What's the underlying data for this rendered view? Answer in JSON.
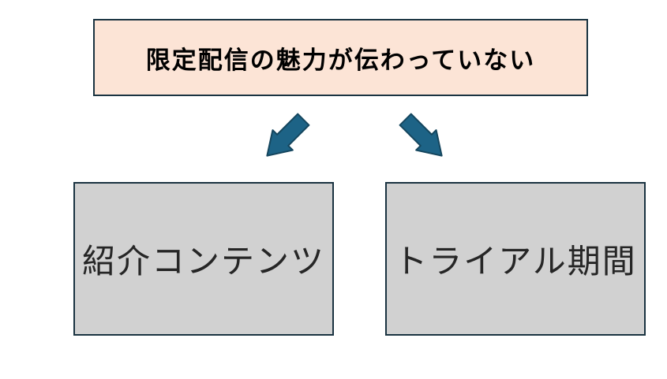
{
  "diagram": {
    "cause_box": {
      "label": "限定配信の魅力が伝わっていない",
      "background": "#fce4d6",
      "border_color": "#1a3341"
    },
    "arrows": {
      "fill": "#1d6386",
      "stroke": "#15465e",
      "left": "arrow pointing down-left",
      "right": "arrow pointing down-right"
    },
    "solution_boxes": [
      {
        "label": "紹介コンテンツ",
        "background": "#d1d1d1",
        "border_color": "#1a3341"
      },
      {
        "label": "トライアル期間",
        "background": "#d1d1d1",
        "border_color": "#1a3341"
      }
    ]
  }
}
